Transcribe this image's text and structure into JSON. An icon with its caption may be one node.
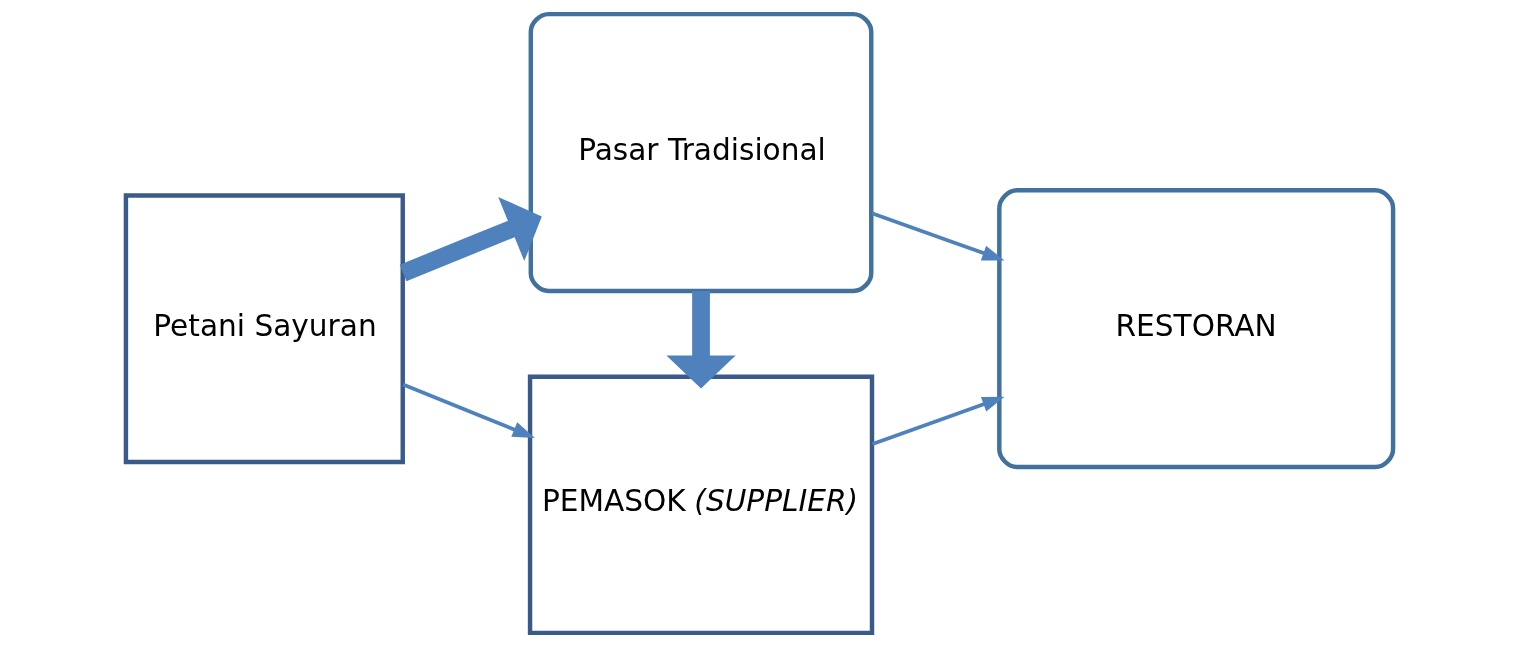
{
  "diagram": {
    "nodes": [
      {
        "text": [
          "Petani Sayuran"
        ]
      },
      {
        "text": [
          "Pasar Tradisional"
        ]
      },
      {
        "text": [
          "RESTORAN"
        ]
      },
      {
        "text": [
          "PEMASOK *(SUPPLIER)*"
        ]
      }
    ],
    "edges": [
      {
        "from": 0,
        "to": 1,
        "arrow": "to",
        "style": "thick"
      },
      {
        "from": 1,
        "to": 3,
        "arrow": "to",
        "style": "thick"
      },
      {
        "from": 1,
        "to": 2,
        "arrow": "to"
      },
      {
        "from": 0,
        "to": 3,
        "arrow": "to"
      },
      {
        "from": 3,
        "to": 2,
        "arrow": "to"
      }
    ]
  }
}
